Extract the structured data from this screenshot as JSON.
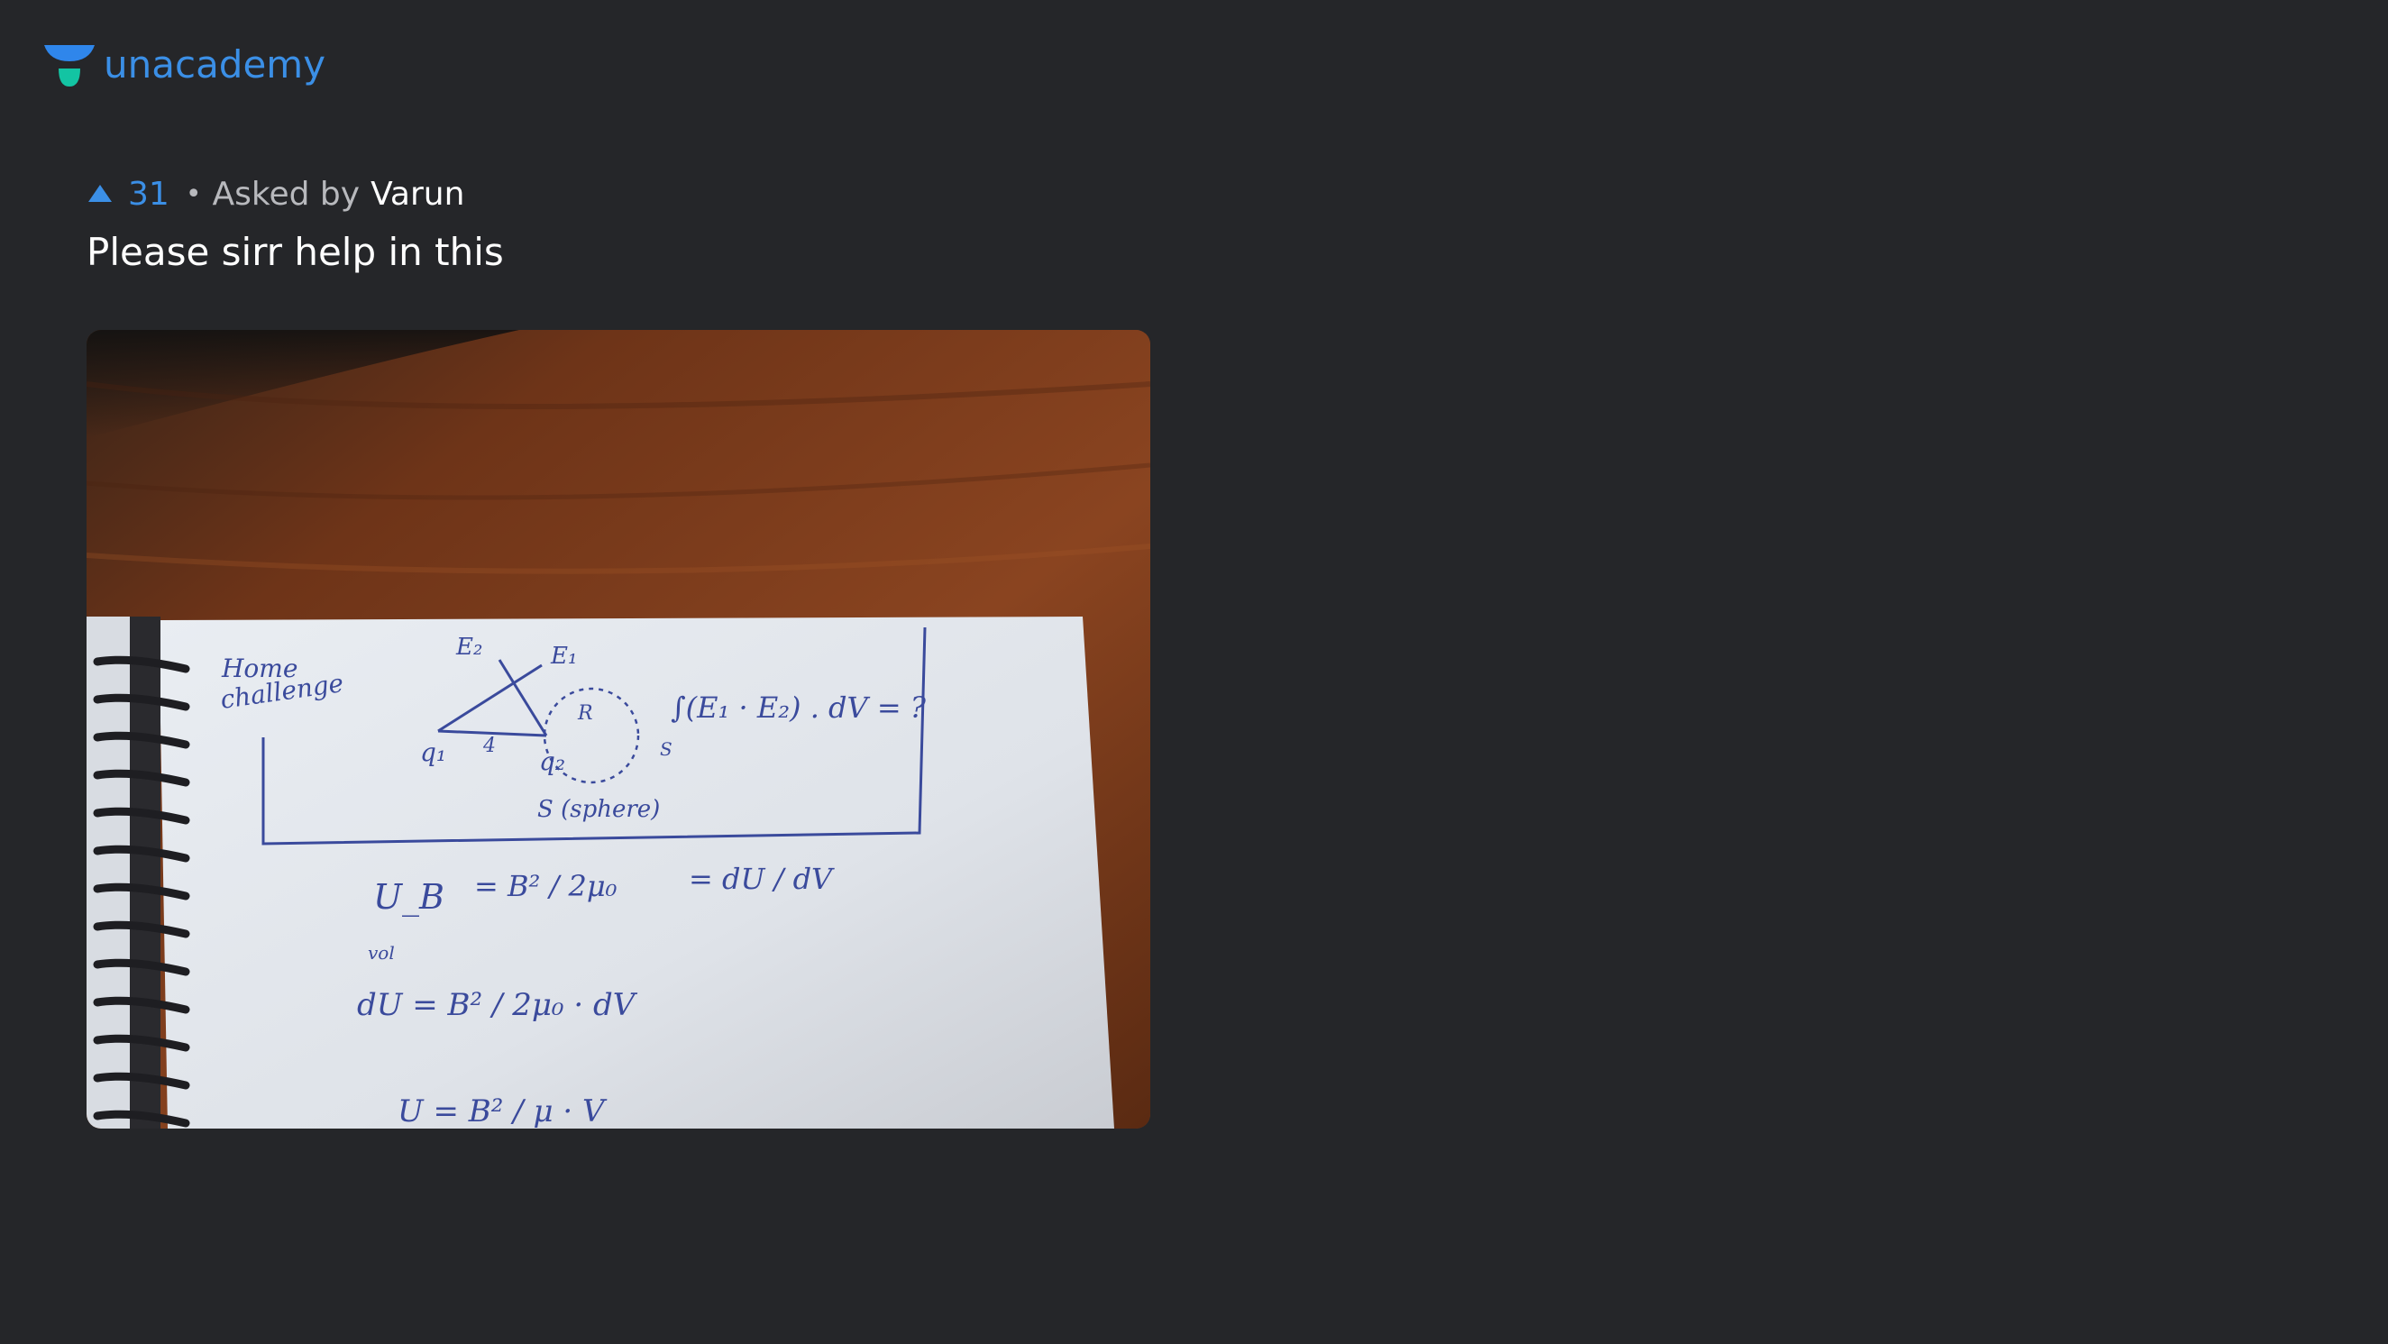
{
  "brand": {
    "name": "unacademy",
    "logo_color": "#3b8fe6",
    "cap_color": "#2f86eb",
    "head_color": "#13c4a3"
  },
  "question": {
    "upvotes": "31",
    "dot": "•",
    "asked_by_label": "Asked by",
    "asker": "Varun",
    "text": "Please sirr help in this"
  },
  "photo": {
    "notebook": {
      "heading_line1": "Home",
      "heading_line2": "challenge",
      "vec_e2": "E₂",
      "vec_e1": "E₁",
      "label_q1": "q₁",
      "label_q2": "q₂",
      "label_r": "R",
      "label_dist": "4",
      "label_sphere": "S (sphere)",
      "integral": "∫(E₁ · E₂) . dV = ?",
      "integral_sub": "S",
      "eq1_lhs": "U_B",
      "eq1_lhs_sub": "vol",
      "eq1_mid": "= B² / 2μ₀",
      "eq1_rhs": "= dU / dV",
      "eq2": "dU = B² / 2μ₀ · dV",
      "eq3": "U = B² / μ · V"
    }
  },
  "colors": {
    "background": "#252629",
    "accent": "#3b8fe6",
    "muted_text": "#b8b9bd",
    "ink": "#3a4a9c",
    "paper": "#e8ecf0",
    "wood": "#7a3a1a"
  }
}
